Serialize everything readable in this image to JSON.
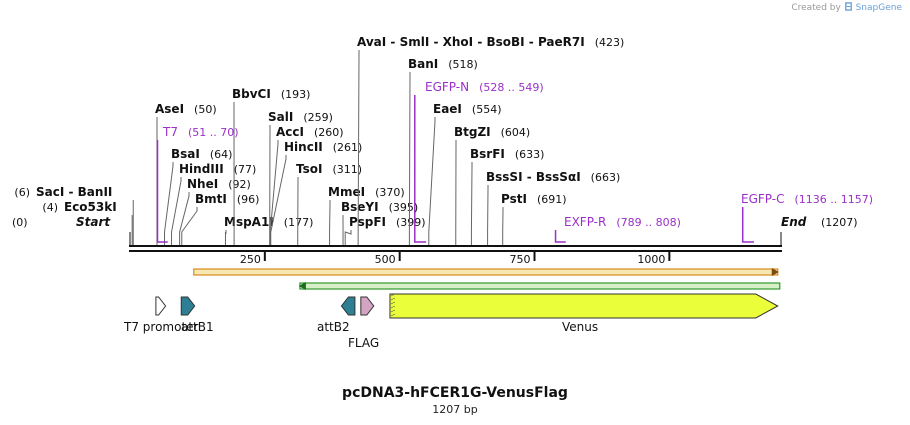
{
  "credit": {
    "prefix": "Created by",
    "brand": "SnapGene"
  },
  "map": {
    "title": "pcDNA3-hFCER1G-VenusFlag",
    "length_label": "1207 bp",
    "length": 1207,
    "start_label": "Start",
    "start_pos": "(0)",
    "end_label": "End",
    "end_pos": "(1207)",
    "ticks": [
      250,
      500,
      750,
      1000
    ]
  },
  "enzymes": [
    {
      "name": "SacI  -  BanII",
      "pos": "(6)",
      "site": 6,
      "side": "left"
    },
    {
      "name": "Eco53kI",
      "pos": "(4)",
      "site": 4,
      "side": "left"
    },
    {
      "name": "AseI",
      "pos": "(50)",
      "site": 50,
      "side": "right"
    },
    {
      "name": "BsaI",
      "pos": "(64)",
      "site": 64,
      "side": "right"
    },
    {
      "name": "HindIII",
      "pos": "(77)",
      "site": 77,
      "side": "right"
    },
    {
      "name": "NheI",
      "pos": "(92)",
      "site": 92,
      "side": "right"
    },
    {
      "name": "BmtI",
      "pos": "(96)",
      "site": 96,
      "side": "right"
    },
    {
      "name": "MspA1I",
      "pos": "(177)",
      "site": 177,
      "side": "right"
    },
    {
      "name": "BbvCI",
      "pos": "(193)",
      "site": 193,
      "side": "right"
    },
    {
      "name": "SalI",
      "pos": "(259)",
      "site": 259,
      "side": "right"
    },
    {
      "name": "AccI",
      "pos": "(260)",
      "site": 260,
      "side": "right"
    },
    {
      "name": "HincII",
      "pos": "(261)",
      "site": 261,
      "side": "right"
    },
    {
      "name": "TsoI",
      "pos": "(311)",
      "site": 311,
      "side": "right"
    },
    {
      "name": "MmeI",
      "pos": "(370)",
      "site": 370,
      "side": "right"
    },
    {
      "name": "BseYI",
      "pos": "(395)",
      "site": 395,
      "side": "right"
    },
    {
      "name": "PspFI",
      "pos": "(399)",
      "site": 399,
      "side": "right"
    },
    {
      "name": "AvaI  -  SmlI  -  XhoI  -  BsoBI  -  PaeR7I",
      "pos": "(423)",
      "site": 423,
      "side": "right"
    },
    {
      "name": "BanI",
      "pos": "(518)",
      "site": 518,
      "side": "right"
    },
    {
      "name": "EaeI",
      "pos": "(554)",
      "site": 554,
      "side": "right"
    },
    {
      "name": "BtgZI",
      "pos": "(604)",
      "site": 604,
      "side": "right"
    },
    {
      "name": "BsrFI",
      "pos": "(633)",
      "site": 633,
      "side": "right"
    },
    {
      "name": "BssSI  -  BssSαI",
      "pos": "(663)",
      "site": 663,
      "side": "right"
    },
    {
      "name": "PstI",
      "pos": "(691)",
      "site": 691,
      "side": "right"
    }
  ],
  "primers": [
    {
      "name": "T7",
      "range": "(51 .. 70)",
      "start": 51,
      "end": 70
    },
    {
      "name": "EGFP-N",
      "range": "(528 .. 549)",
      "start": 528,
      "end": 549
    },
    {
      "name": "EXFP-R",
      "range": "(789 .. 808)",
      "start": 789,
      "end": 808
    },
    {
      "name": "EGFP-C",
      "range": "(1136 .. 1157)",
      "start": 1136,
      "end": 1157
    }
  ],
  "features": [
    {
      "name": "T7 promoter",
      "start": 48,
      "end": 66,
      "direction": "forward",
      "color": "#ffffff"
    },
    {
      "name": "attB1",
      "start": 95,
      "end": 120,
      "direction": "forward",
      "color": "#2e7f94"
    },
    {
      "name": "attB2",
      "start": 392,
      "end": 417,
      "direction": "reverse",
      "color": "#2e7f94"
    },
    {
      "name": "FLAG",
      "start": 428,
      "end": 452,
      "direction": "forward",
      "color": "#d4a4c2"
    },
    {
      "name": "Venus",
      "start": 482,
      "end": 1201,
      "direction": "forward",
      "color": "#eaff3a"
    }
  ],
  "orfs": [
    {
      "start": 122,
      "end": 1201,
      "direction": "forward",
      "color": "#d98a1a"
    },
    {
      "start": 315,
      "end": 1201,
      "direction": "reverse",
      "color": "#2e9a2e"
    }
  ]
}
